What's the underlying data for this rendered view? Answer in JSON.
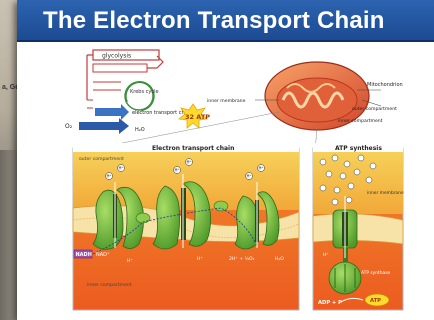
{
  "background_slide": {
    "partial_text": "a, Ge"
  },
  "slide": {
    "title": "The Electron Transport Chain"
  },
  "overview": {
    "glycolysis": "glycolysis",
    "krebs_cycle": "Krebs cycle",
    "electron_transport_chain": "electron transport chain",
    "o2": "O₂",
    "h2o": "H₂O",
    "atp_badge": "32 ATP"
  },
  "mitochondrion": {
    "label_mitochondrion": "Mitochondrion",
    "label_outer_compartment": "outer compartment",
    "label_inner_compartment": "inner compartment",
    "label_inner_membrane": "inner membrane"
  },
  "etc_panel": {
    "title": "Electron transport chain",
    "outer_compartment": "outer compartment",
    "inner_compartment": "inner compartment",
    "nadh": "NADH",
    "nad": "NAD⁺",
    "h_ion": "H⁺",
    "electron": "e⁻",
    "water_eq": "2H⁺ + ½O₂",
    "h2o": "H₂O"
  },
  "atp_panel": {
    "title": "ATP synthesis",
    "inner_membrane": "inner membrane",
    "atp_synthase": "ATP synthase",
    "adp_p": "ADP + P",
    "atp": "ATP",
    "h_ion": "H⁺"
  },
  "colors": {
    "title_bar": "#1c4b92",
    "protein": "#6fb83a",
    "outer_space": "#f2b43c",
    "matrix": "#ee6a25",
    "nadh_box": "#9b4fb0"
  }
}
